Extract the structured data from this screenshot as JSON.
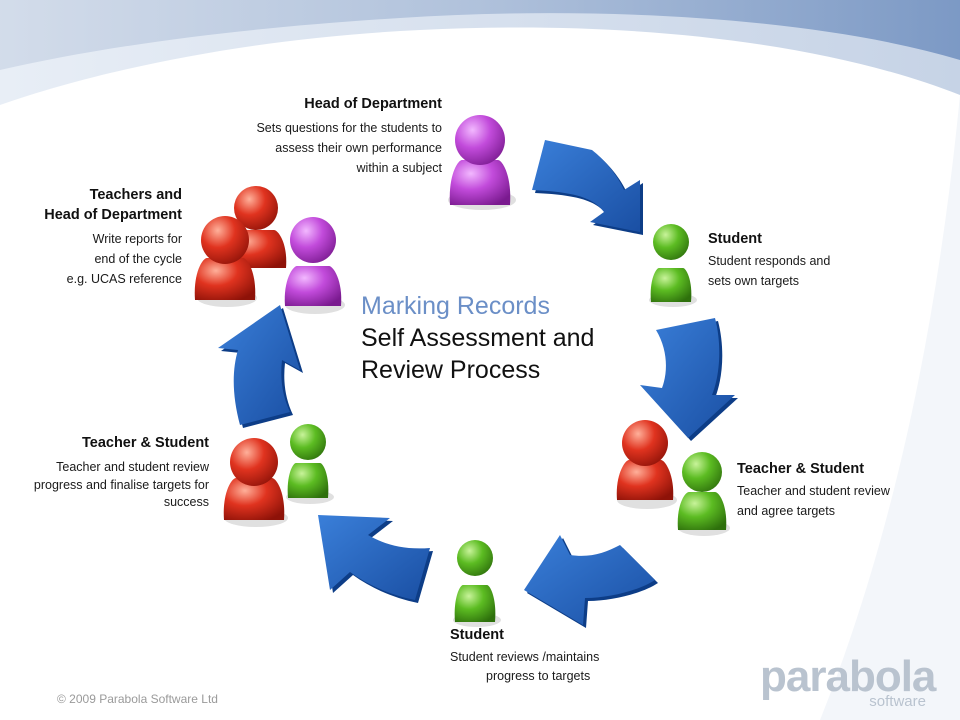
{
  "title": {
    "line1": "Marking Records",
    "line2": "Self Assessment and",
    "line3": "Review Process"
  },
  "steps": [
    {
      "title": "Head of Department",
      "lines": [
        "Sets questions for the students to",
        "assess their own performance",
        "within a subject"
      ]
    },
    {
      "title": "Student",
      "lines": [
        "Student responds and",
        "sets own targets"
      ]
    },
    {
      "title": "Teacher & Student",
      "lines": [
        "Teacher and student review",
        "and agree targets"
      ]
    },
    {
      "title": "Student",
      "lines": [
        "Student reviews /maintains",
        "progress to targets"
      ]
    },
    {
      "title": "Teacher & Student",
      "lines": [
        "Teacher and student review",
        "progress and finalise targets for",
        "success"
      ]
    },
    {
      "title_lines": [
        "Teachers and",
        "Head of Department"
      ],
      "lines": [
        "Write reports for",
        "end of the cycle",
        "e.g. UCAS reference"
      ]
    }
  ],
  "footer": {
    "copyright": "© 2009 Parabola Software Ltd",
    "logo_word": "parabola",
    "logo_sub": "software"
  },
  "colors": {
    "arrow": "#1f5fb8",
    "arrow_dark": "#0d3d87",
    "purple": "#b13cc9",
    "green": "#4fae1c",
    "red": "#d8281e",
    "title_blue": "#6b8fc7"
  }
}
